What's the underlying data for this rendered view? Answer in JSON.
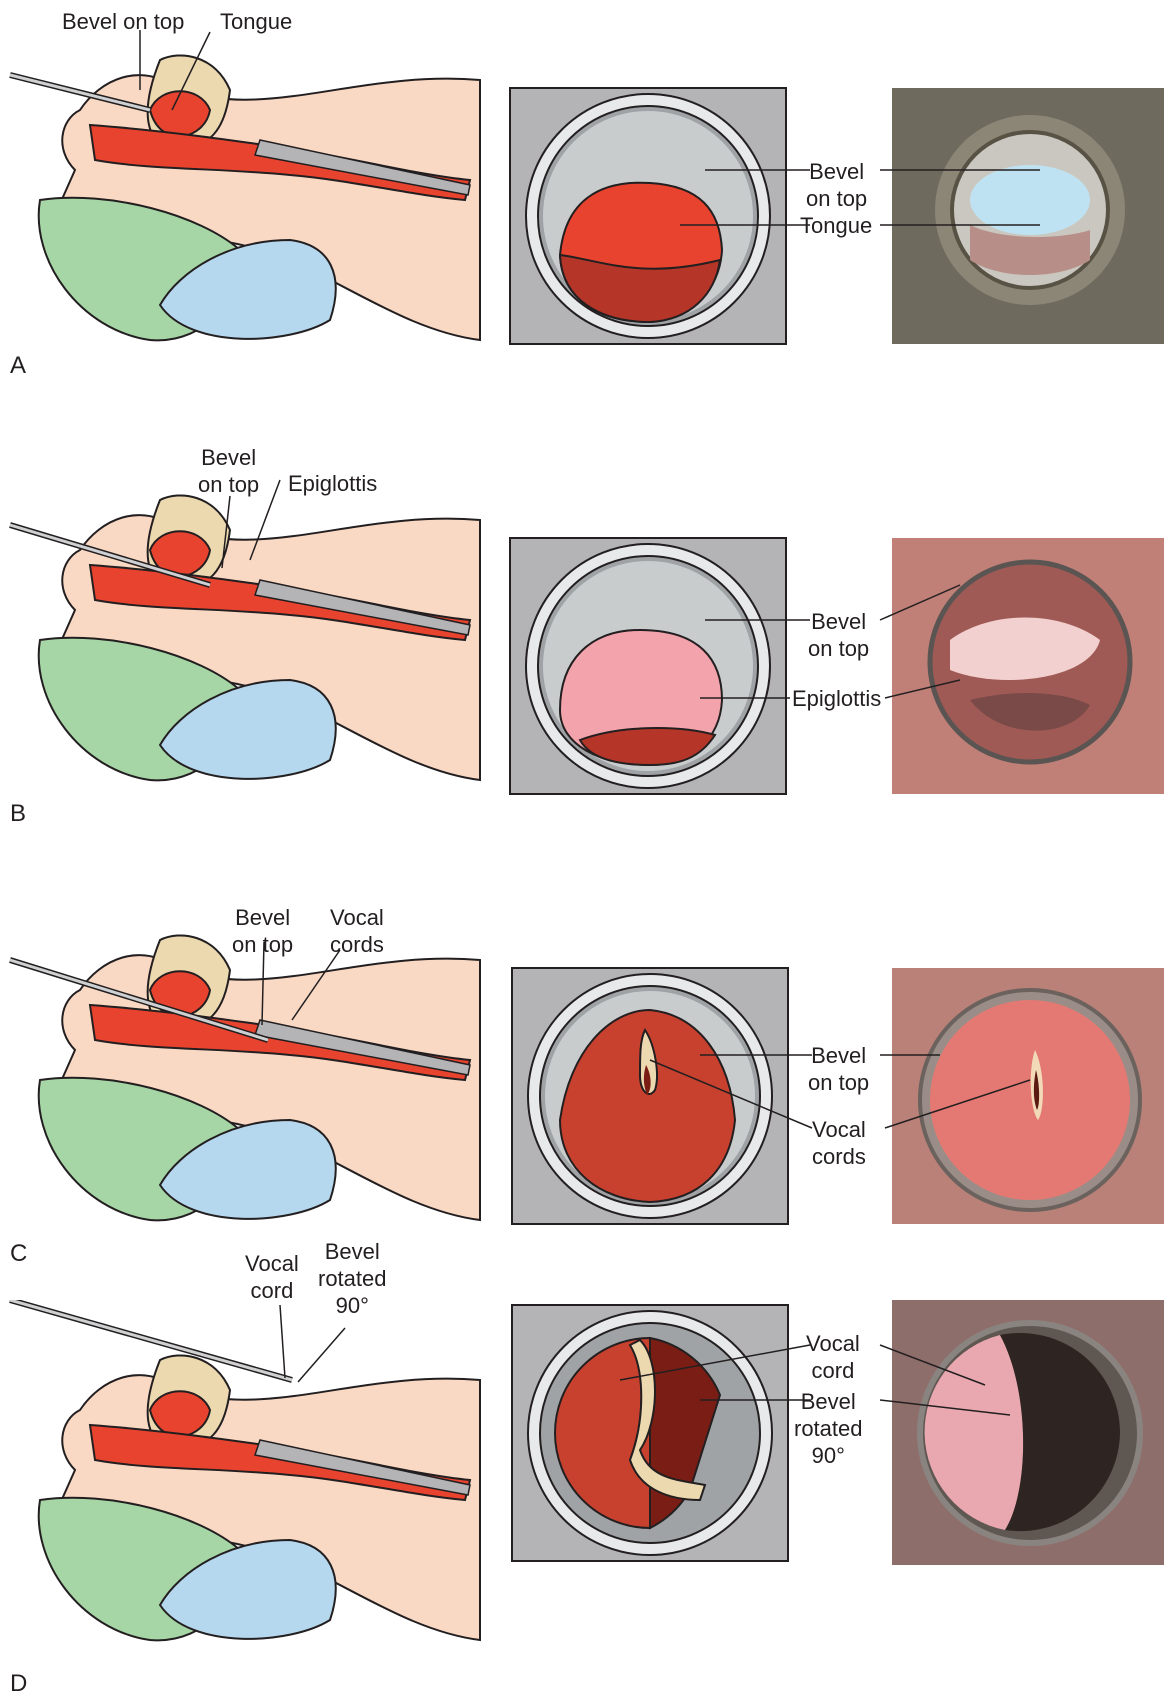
{
  "panels": [
    {
      "letter": "A",
      "left_labels": [
        "Bevel on top",
        "Tongue"
      ],
      "center_labels": [
        "Bevel\non top",
        "Tongue"
      ],
      "view": "tongue",
      "photo": "tongue-photo"
    },
    {
      "letter": "B",
      "left_labels": [
        "Bevel\non top",
        "Epiglottis"
      ],
      "center_labels": [
        "Bevel\non top",
        "Epiglottis"
      ],
      "view": "epiglottis",
      "photo": "epiglottis-photo"
    },
    {
      "letter": "C",
      "left_labels": [
        "Bevel\non top",
        "Vocal\ncords"
      ],
      "center_labels": [
        "Bevel\non top",
        "Vocal\ncords"
      ],
      "view": "vocal-cords",
      "photo": "vocal-cords-photo"
    },
    {
      "letter": "D",
      "left_labels": [
        "Vocal\ncord",
        "Bevel\nrotated\n90°"
      ],
      "center_labels": [
        "Vocal\ncord",
        "Bevel\nrotated\n90°"
      ],
      "view": "bevel-rotated",
      "photo": "bevel-rotated-photo"
    }
  ],
  "colors": {
    "skin": "#f9d9c4",
    "cap": "#a6d6a6",
    "pillow": "#b6d8ee",
    "tissue": "#e8432f",
    "dark": "#b53628",
    "gray": "#b4b4b6",
    "bone": "#ecd9b0"
  }
}
